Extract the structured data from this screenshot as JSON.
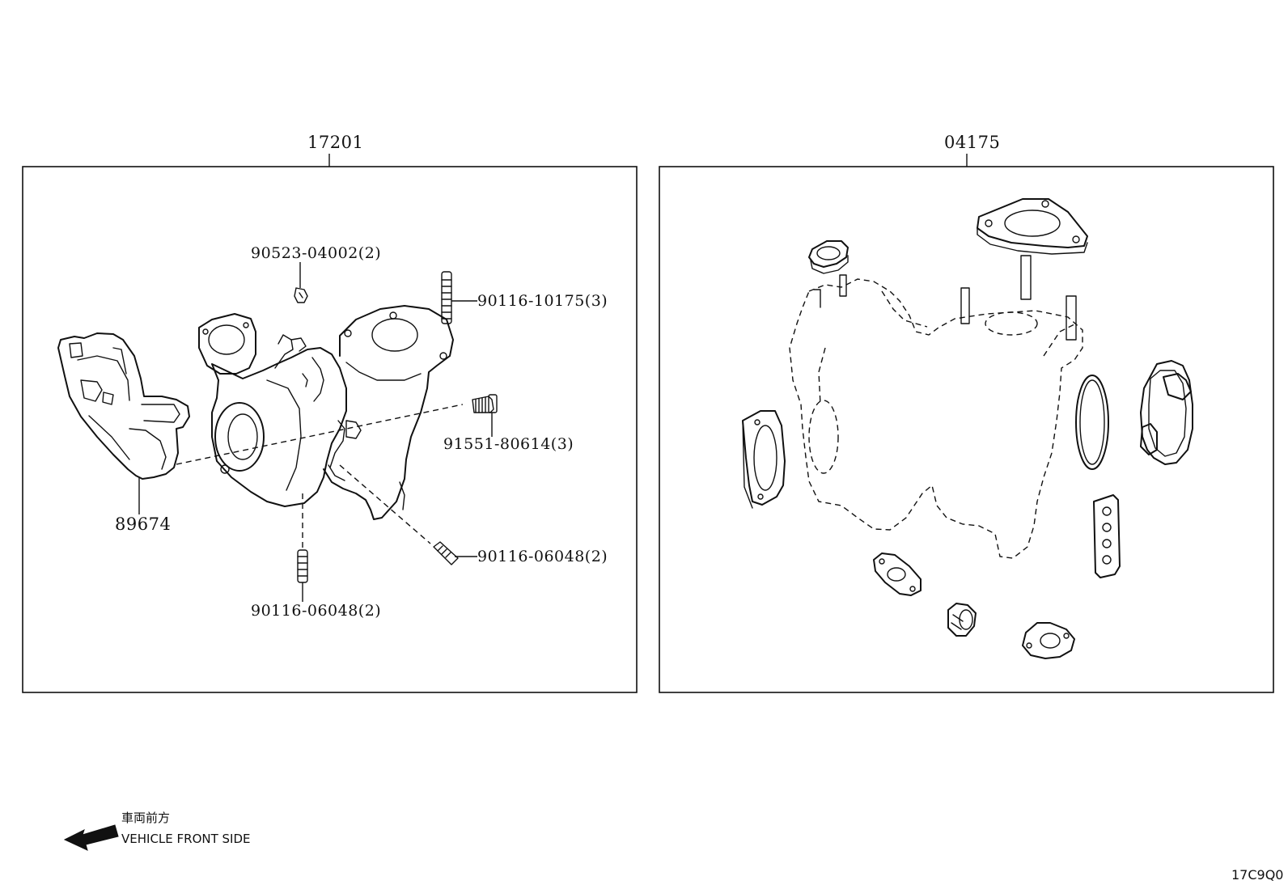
{
  "groups": {
    "left": {
      "part_number": "17201"
    },
    "right": {
      "part_number": "04175"
    }
  },
  "callouts": {
    "retaining_clip": "90523-04002(2)",
    "stud_top": "90116-10175(3)",
    "flange_bolt": "91551-80614(3)",
    "stud_right": "90116-06048(2)",
    "stud_bottom": "90116-06048(2)",
    "actuator": "89674"
  },
  "direction": {
    "label_jp": "車両前方",
    "label_en": "VEHICLE FRONT SIDE"
  },
  "figure_code": "17C9Q0"
}
